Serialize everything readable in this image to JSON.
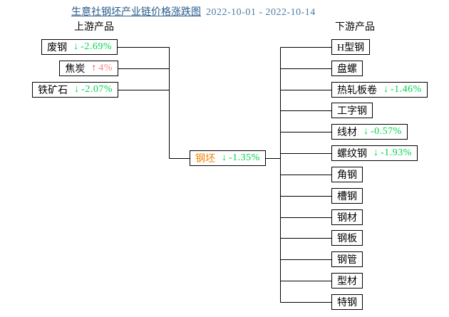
{
  "title": {
    "text": "生意社钢坯产业链价格涨跌图",
    "date_range": "2022-10-01 - 2022-10-14"
  },
  "headers": {
    "upstream": "上游产品",
    "downstream": "下游产品"
  },
  "center": {
    "label": "钢坯",
    "arrow": "↓",
    "change": "-1.35%",
    "direction": "down"
  },
  "upstream": {
    "items": [
      {
        "label": "废钢",
        "arrow": "↓",
        "change": "-2.69%",
        "direction": "down"
      },
      {
        "label": "焦炭",
        "arrow": "↑",
        "change": "4%",
        "direction": "up"
      },
      {
        "label": "铁矿石",
        "arrow": "↓",
        "change": "-2.07%",
        "direction": "down"
      }
    ]
  },
  "downstream": {
    "items": [
      {
        "label": "H型钢",
        "arrow": "",
        "change": "",
        "direction": "none"
      },
      {
        "label": "盘螺",
        "arrow": "",
        "change": "",
        "direction": "none"
      },
      {
        "label": "热轧板卷",
        "arrow": "↓",
        "change": "-1.46%",
        "direction": "down"
      },
      {
        "label": "工字钢",
        "arrow": "",
        "change": "",
        "direction": "none"
      },
      {
        "label": "线材",
        "arrow": "↓",
        "change": "-0.57%",
        "direction": "down"
      },
      {
        "label": "螺纹钢",
        "arrow": "↓",
        "change": "-1.93%",
        "direction": "down"
      },
      {
        "label": "角钢",
        "arrow": "",
        "change": "",
        "direction": "none"
      },
      {
        "label": "槽钢",
        "arrow": "",
        "change": "",
        "direction": "none"
      },
      {
        "label": "钢材",
        "arrow": "",
        "change": "",
        "direction": "none"
      },
      {
        "label": "钢板",
        "arrow": "",
        "change": "",
        "direction": "none"
      },
      {
        "label": "钢管",
        "arrow": "",
        "change": "",
        "direction": "none"
      },
      {
        "label": "型材",
        "arrow": "",
        "change": "",
        "direction": "none"
      },
      {
        "label": "特钢",
        "arrow": "",
        "change": "",
        "direction": "none"
      }
    ]
  },
  "colors": {
    "down_green": "#00d44a",
    "up_red": "#e23b3b",
    "up_red_value": "#fb8585",
    "center_label_orange": "#f08200",
    "title_blue": "#2a5a8a",
    "date_blue": "#4a7ba6",
    "line_black": "#000000"
  }
}
